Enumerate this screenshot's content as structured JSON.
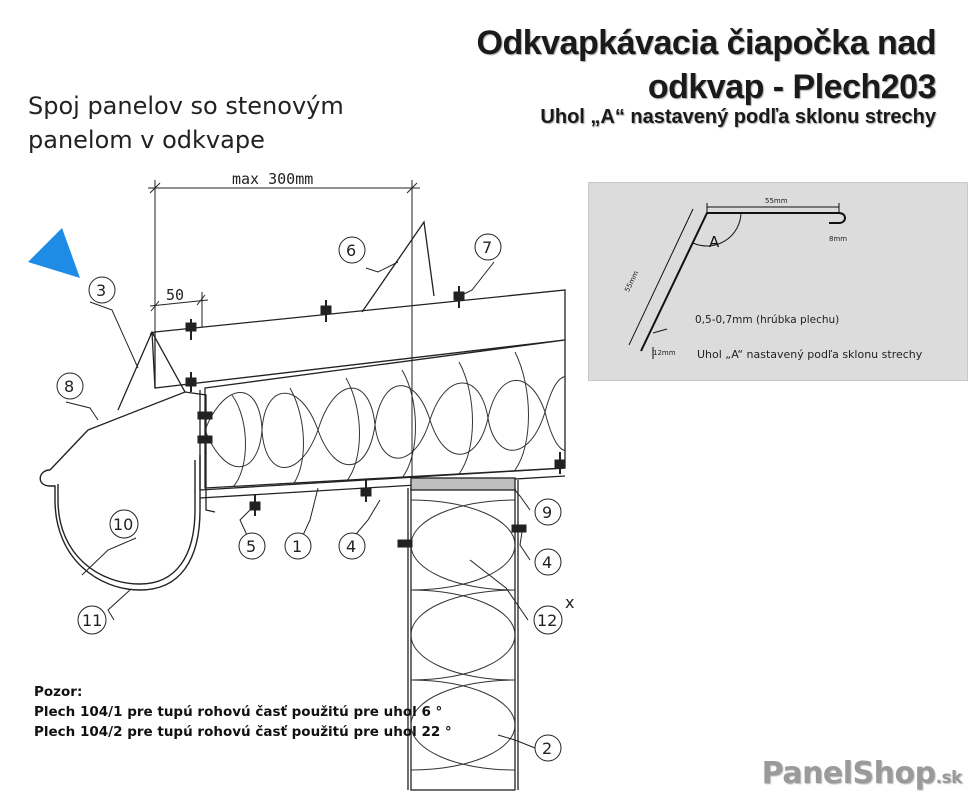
{
  "title_line1": "Odkvapkávacia čiapočka nad",
  "title_line2": "odkvap - Plech203",
  "title_line3": "Uhol „A“ nastavený podľa sklonu strechy",
  "subtitle_line1": "Spoj panelov so stenovým",
  "subtitle_line2": "panelom v odkvape",
  "dimensions": {
    "max": "max 300mm",
    "fifty": "50"
  },
  "callouts": [
    "3",
    "6",
    "7",
    "8",
    "10",
    "11",
    "5",
    "1",
    "4",
    "9",
    "4",
    "12",
    "2"
  ],
  "callout_mark": "x",
  "detail": {
    "dim_top": "55mm",
    "dim_side": "55mm",
    "dim_hem": "8mm",
    "dim_tip": "12mm",
    "angle_label": "A",
    "thickness": "0,5-0,7mm (hrúbka plechu)",
    "angle_note": "Uhol „A“ nastavený podľa sklonu strechy"
  },
  "note": {
    "heading": "Pozor:",
    "line1": "Plech 104/1 pre tupú rohovú časť použitú pre uhol 6 °",
    "line2": "Plech 104/2 pre tupú rohovú časť použitú pre uhol 22 °"
  },
  "brand": {
    "name": "PanelShop",
    "suffix": ".sk"
  },
  "colors": {
    "arrow": "#1e8ce6",
    "panel_bg": "#dcdcdc",
    "line": "#222222",
    "brand": "#9a9a9a"
  }
}
